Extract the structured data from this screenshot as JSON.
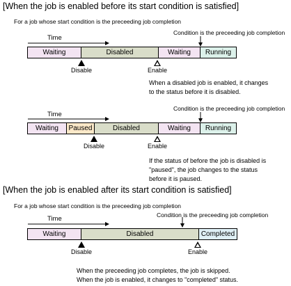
{
  "section1": {
    "title": "[When the job is enabled before its start condition is satisfied]",
    "subtitle": "For a job whose start condition is the preceeding job completion",
    "diagram1": {
      "time_label": "Time",
      "condition_label": "Condition is the preceeding job completion",
      "segments": [
        "Waiting",
        "Disabled",
        "Waiting",
        "Running"
      ],
      "disable_label": "Disable",
      "enable_label": "Enable",
      "note_line1": "When a disabled job is enabled, it changes",
      "note_line2": "to the status before it is disabled."
    },
    "diagram2": {
      "time_label": "Time",
      "condition_label": "Condition is the preceeding job completion",
      "segments": [
        "Waiting",
        "Paused",
        "Disabled",
        "Waiting",
        "Running"
      ],
      "disable_label": "Disable",
      "enable_label": "Enable",
      "note_line1": "If the status of before the job is disabled is",
      "note_line2": "\"paused\", the job changes to the status",
      "note_line3": "before it is paused."
    }
  },
  "section2": {
    "title": "[When the job is enabled after its start condition is satisfied]",
    "subtitle": "For a job whose start condition is the preceeding job completion",
    "diagram3": {
      "time_label": "Time",
      "condition_label": "Condition is the preceeding job completion",
      "segments": [
        "Waiting",
        "Disabled",
        "Completed"
      ],
      "disable_label": "Disable",
      "enable_label": "Enable",
      "note_line1": "When the preceeding job completes, the job is skipped.",
      "note_line2": "When the job is enabled, it changes to \"completed\" status."
    }
  },
  "colors": {
    "waiting": "#f3e4f2",
    "disabled": "#d9ddc9",
    "paused": "#fbe8c8",
    "running": "#dcf1ea",
    "completed": "#dff0f6"
  }
}
